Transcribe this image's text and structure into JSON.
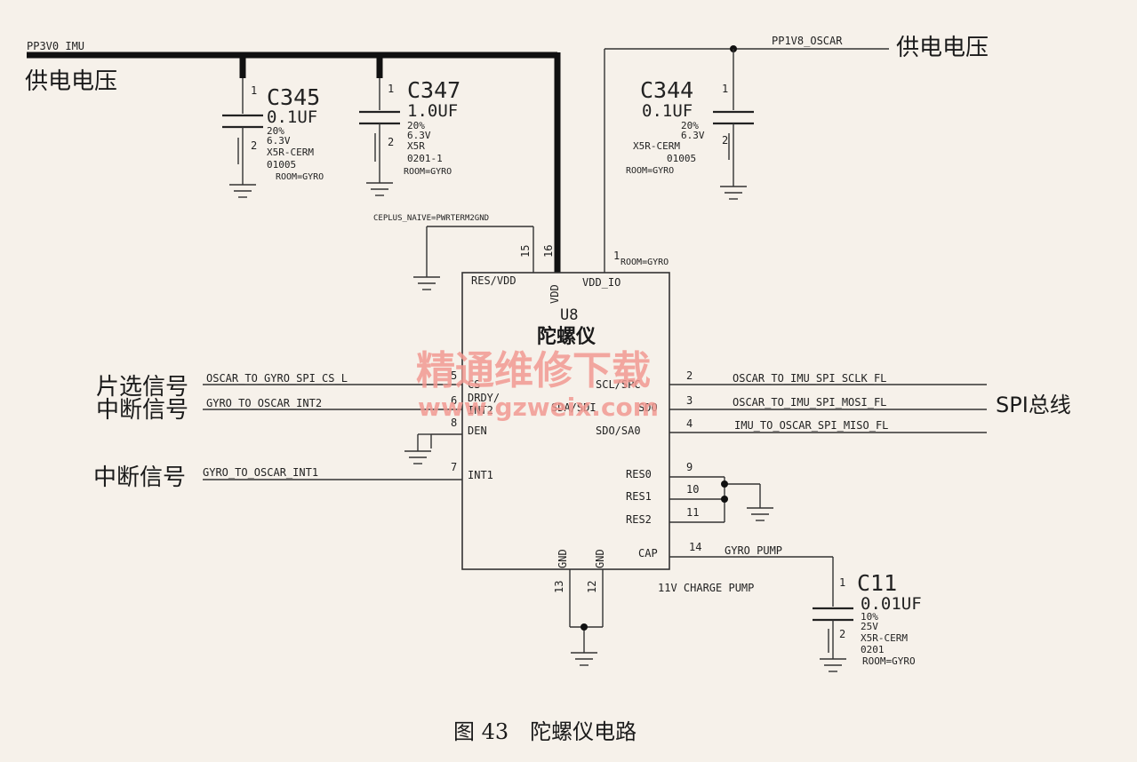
{
  "rails": {
    "pp3v0": "PP3V0_IMU",
    "pp1v8": "PP1V8_OSCAR",
    "supply_left": "供电电压",
    "supply_right": "供电电压"
  },
  "caps": {
    "c345": {
      "ref": "C345",
      "value": "0.1UF",
      "tol": "20%",
      "volt": "6.3V",
      "diel": "X5R-CERM",
      "pkg": "01005",
      "room": "ROOM=GYRO",
      "pin1": "1",
      "pin2": "2"
    },
    "c347": {
      "ref": "C347",
      "value": "1.0UF",
      "tol": "20%",
      "volt": "6.3V",
      "diel": "X5R",
      "pkg": "0201-1",
      "room": "ROOM=GYRO",
      "pin1": "1",
      "pin2": "2"
    },
    "c344": {
      "ref": "C344",
      "value": "0.1UF",
      "tol": "20%",
      "volt": "6.3V",
      "diel": "X5R-CERM",
      "pkg": "01005",
      "room": "ROOM=GYRO",
      "pin1": "1",
      "pin2": "2"
    },
    "c11": {
      "ref": "C11",
      "value": "0.01UF",
      "tol": "10%",
      "volt": "25V",
      "diel": "X5R-CERM",
      "pkg": "0201",
      "room": "ROOM=GYRO",
      "pin1": "1",
      "pin2": "2"
    }
  },
  "chip": {
    "ref": "U8",
    "name": "陀螺仪",
    "room": "ROOM=GYRO",
    "ceplus": "CEPLUS_NAIVE=PWRTERM2GND",
    "pins": {
      "res_vdd": "RES/VDD",
      "vdd": "VDD",
      "vdd_io": "VDD_IO",
      "cs": "CS",
      "drdy": "DRDY/",
      "int2": "INT2",
      "den": "DEN",
      "int1": "INT1",
      "scl": "SCL/SPC",
      "sda": "SDA/SDI",
      "sdo_sdo": "SDO",
      "sdo_sa0": "SDO/SA0",
      "res0": "RES0",
      "res1": "RES1",
      "res2": "RES2",
      "cap": "CAP",
      "gnd13": "GND",
      "gnd12": "GND"
    },
    "pin_numbers": {
      "p15": "15",
      "p16": "16",
      "p1": "1",
      "p5": "5",
      "p6": "6",
      "p8": "8",
      "p7": "7",
      "p2": "2",
      "p3": "3",
      "p4": "4",
      "p9": "9",
      "p10": "10",
      "p11": "11",
      "p14": "14",
      "p13": "13",
      "p12": "12"
    }
  },
  "nets": {
    "cs": "OSCAR_TO_GYRO_SPI_CS_L",
    "int2": "GYRO_TO_OSCAR_INT2",
    "int1": "GYRO_TO_OSCAR_INT1",
    "sclk": "OSCAR_TO_IMU_SPI_SCLK_FL",
    "mosi": "OSCAR_TO_IMU_SPI_MOSI_FL",
    "miso": "IMU_TO_OSCAR_SPI_MISO_FL",
    "pump": "GYRO_PUMP",
    "pump_note": "11V CHARGE PUMP"
  },
  "annotations": {
    "cs_label": "片选信号",
    "int2_label": "中断信号",
    "int1_label": "中断信号",
    "spi_label": "SPI总线"
  },
  "watermark": {
    "cn": "精通维修下载",
    "url": "www.gzweix.com"
  },
  "caption": "图 43　陀螺仪电路"
}
